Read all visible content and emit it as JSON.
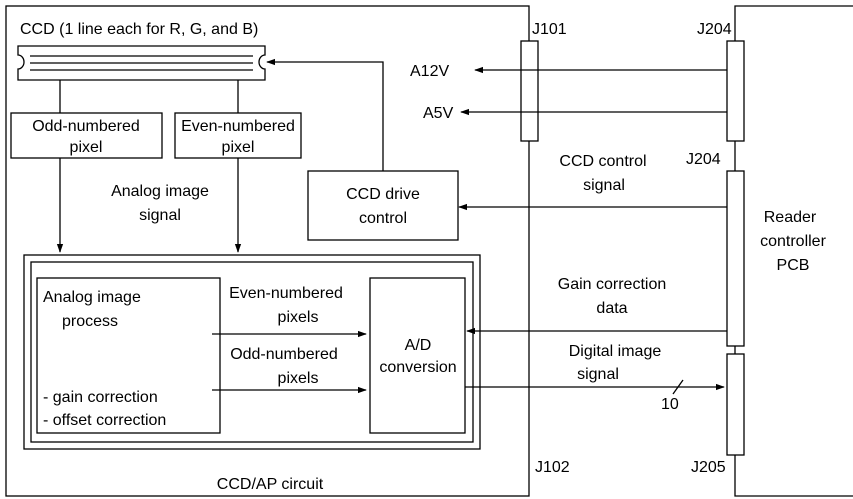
{
  "ccd": {
    "title": "CCD (1 line each for R, G, and B)",
    "odd_pixel": [
      "Odd-numbered",
      "pixel"
    ],
    "even_pixel": [
      "Even-numbered",
      "pixel"
    ]
  },
  "analog_signal": [
    "Analog image",
    "signal"
  ],
  "drive_control": [
    "CCD drive",
    "control"
  ],
  "analog_process": [
    "Analog image",
    "process"
  ],
  "corrections": [
    "- gain correction",
    "- offset correction"
  ],
  "even_pixels": [
    "Even-numbered",
    "pixels"
  ],
  "odd_pixels": [
    "Odd-numbered",
    "pixels"
  ],
  "ad_conversion": [
    "A/D",
    "conversion"
  ],
  "circuit_name": "CCD/AP circuit",
  "connectors": {
    "j101": "J101",
    "j102": "J102",
    "j204_top": "J204",
    "j204_mid": "J204",
    "j205": "J205"
  },
  "power": {
    "a12v": "A12V",
    "a5v": "A5V"
  },
  "signals": {
    "ccd_control": [
      "CCD control",
      "signal"
    ],
    "gain_data": [
      "Gain correction",
      "data"
    ],
    "digital_image": [
      "Digital image",
      "signal"
    ],
    "bus_width": "10"
  },
  "reader_pcb": [
    "Reader",
    "controller",
    "PCB"
  ]
}
